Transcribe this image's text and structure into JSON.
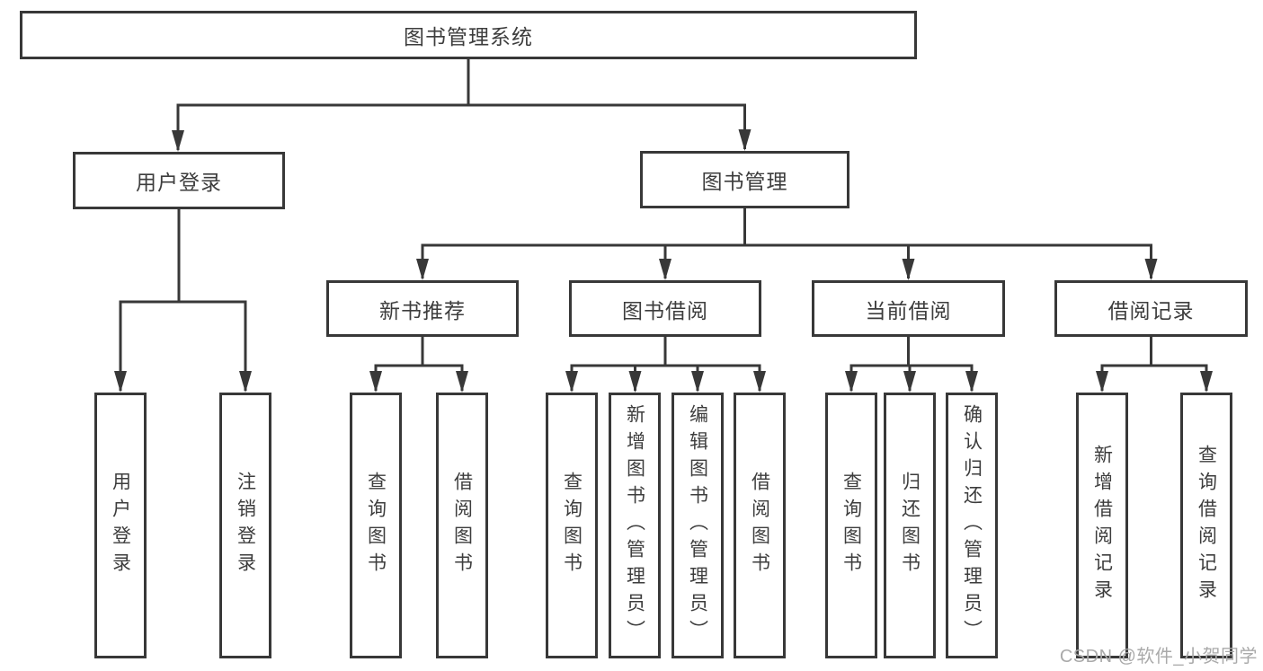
{
  "tree": {
    "label": "图书管理系统",
    "children": [
      {
        "label": "用户登录",
        "children": [
          {
            "label": "用户登录"
          },
          {
            "label": "注销登录"
          }
        ]
      },
      {
        "label": "图书管理",
        "children": [
          {
            "label": "新书推荐",
            "children": [
              {
                "label": "查询图书"
              },
              {
                "label": "借阅图书"
              }
            ]
          },
          {
            "label": "图书借阅",
            "children": [
              {
                "label": "查询图书"
              },
              {
                "label": "新增图书（管理员）"
              },
              {
                "label": "编辑图书（管理员）"
              },
              {
                "label": "借阅图书"
              }
            ]
          },
          {
            "label": "当前借阅",
            "children": [
              {
                "label": "查询图书"
              },
              {
                "label": "归还图书"
              },
              {
                "label": "确认归还（管理员）"
              }
            ]
          },
          {
            "label": "借阅记录",
            "children": [
              {
                "label": "新增借阅记录"
              },
              {
                "label": "查询借阅记录"
              }
            ]
          }
        ]
      }
    ]
  },
  "watermark": {
    "text": "CSDN @软件_小贺同学"
  },
  "colors": {
    "line": "#383838",
    "text": "#3d3d3d",
    "watermark": "#aaaaaa",
    "background": "#ffffff"
  }
}
